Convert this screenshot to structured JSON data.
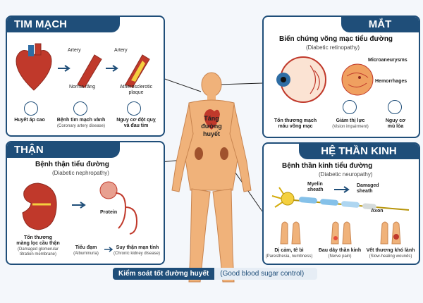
{
  "center": {
    "label_line1": "Tăng",
    "label_line2": "đường",
    "label_line3": "huyết"
  },
  "heart_panel": {
    "title": "TIM MẠCH",
    "artery_label_1": "Artery",
    "artery_label_2": "Artery",
    "normal_label": "Norma răng",
    "athero_label_1": "Atherosclerotic",
    "athero_label_2": "plaque",
    "items": [
      {
        "label": "Huyết áp cao",
        "sub": ""
      },
      {
        "label": "Bệnh tim mạch vành",
        "sub": "(Coronary artery disease)"
      },
      {
        "label_1": "Nguy cơ đột quỵ",
        "label_2": "và đau tim"
      }
    ]
  },
  "eye_panel": {
    "title": "MẮT",
    "subtitle": "Biến chứng võng mạc tiểu đường",
    "subtitle_en": "(Diabetic retinopathy)",
    "microaneurysms": "Microaneurysms",
    "hemorrhages": "Hemorrhages",
    "items": [
      {
        "label_1": "Tổn thương mạch",
        "label_2": "máu võng mạc"
      },
      {
        "label": "Giảm thị lực",
        "sub": "(Vision impairment)"
      },
      {
        "label_1": "Nguy cơ",
        "label_2": "mù lòa"
      }
    ]
  },
  "kidney_panel": {
    "title": "THẬN",
    "subtitle": "Bệnh thận tiểu đường",
    "subtitle_en": "(Diabetic nephropathy)",
    "protein": "Protein",
    "damage_1": "Tổn thương",
    "damage_2": "màng lọc cầu thận",
    "damage_en_1": "(Damaged glomerular",
    "damage_en_2": "titration membrane)",
    "albumin": "Tiểu đạm",
    "albumin_en": "(Albuminuria)",
    "ckd": "Suy thận mạn tính",
    "ckd_en": "(Chronic kidney disease)"
  },
  "nerve_panel": {
    "title": "HỆ THẦN KINH",
    "subtitle": "Bệnh thần kinh tiểu đường",
    "subtitle_en": "(Diabetic neuropathy)",
    "myelin_1": "Myelin",
    "myelin_2": "sheath",
    "damaged_1": "Damaged",
    "damaged_2": "sheath",
    "axon": "Axon",
    "items": [
      {
        "label": "Dị cảm, tê bì",
        "sub": "(Paresthesia, numbness)"
      },
      {
        "label": "Đau dây thần kinh",
        "sub": "(Nerve pain)"
      },
      {
        "label": "Vết thương khó lành",
        "sub": "(Slow-healing wounds)"
      }
    ]
  },
  "footer": {
    "vi": "Kiểm soát tốt đường huyết",
    "en": "(Good blood sugar control)"
  },
  "colors": {
    "navy": "#1f4e79",
    "red": "#c0392b",
    "skin": "#f0b27a"
  }
}
